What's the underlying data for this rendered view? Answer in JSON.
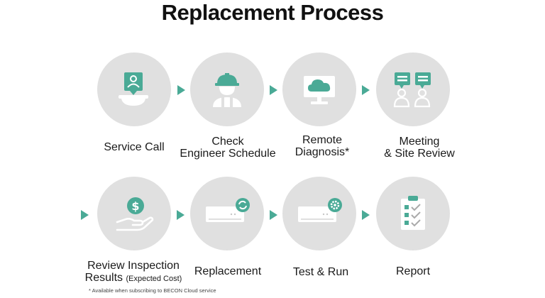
{
  "title": "Replacement Process",
  "accent_color": "#4aaa96",
  "circle_color": "#e0e0e0",
  "steps": [
    {
      "lines": [
        "Service Call"
      ],
      "icon": "service-call-icon"
    },
    {
      "lines": [
        "Check",
        "Engineer Schedule"
      ],
      "icon": "engineer-icon"
    },
    {
      "lines": [
        "Remote",
        "Diagnosis*"
      ],
      "icon": "cloud-monitor-icon"
    },
    {
      "lines": [
        "Meeting",
        "& Site Review"
      ],
      "icon": "meeting-icon"
    },
    {
      "lines": [
        "Review Inspection",
        "Results"
      ],
      "note": "(Expected Cost)",
      "icon": "cost-hand-icon"
    },
    {
      "lines": [
        "Replacement"
      ],
      "icon": "ac-unit-replace-icon"
    },
    {
      "lines": [
        "Test & Run"
      ],
      "icon": "ac-unit-test-icon"
    },
    {
      "lines": [
        "Report"
      ],
      "icon": "clipboard-report-icon"
    }
  ],
  "footnote": "* Available when subscribing to BECON Cloud service"
}
